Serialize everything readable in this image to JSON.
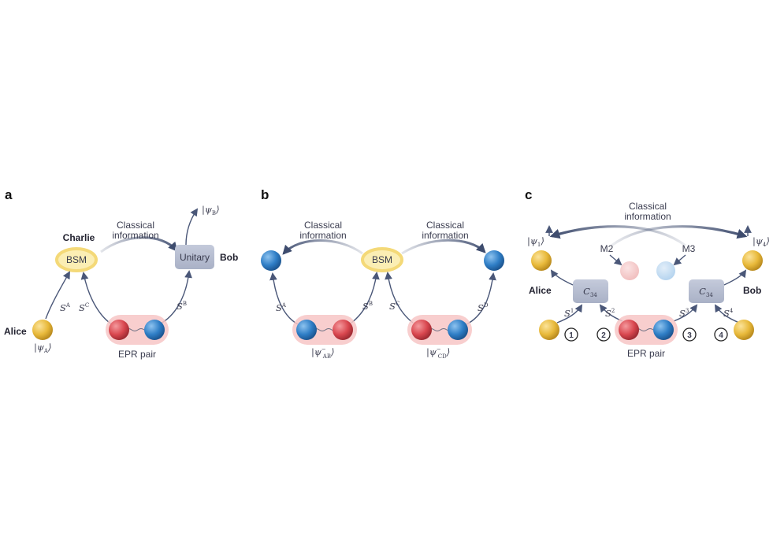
{
  "panels": {
    "a": {
      "letter": "a",
      "classical": [
        "Classical",
        "information"
      ],
      "charlie": "Charlie",
      "bsm": "BSM",
      "unitary": "Unitary",
      "bob": "Bob",
      "alice": "Alice",
      "psi_a_ket": "|ψA⟩",
      "psi_b_ket": "|ψB⟩",
      "s_a": "SA",
      "s_c": "SC",
      "s_b": "SB",
      "epr": "EPR pair"
    },
    "b": {
      "letter": "b",
      "classical_left": [
        "Classical",
        "information"
      ],
      "classical_right": [
        "Classical",
        "information"
      ],
      "bsm": "BSM",
      "s_a": "SA",
      "s_b": "SB",
      "s_c": "SC",
      "s_d": "SD",
      "ket_ab": "|ψ−AB⟩",
      "ket_cd": "|ψ−CD⟩"
    },
    "c": {
      "letter": "c",
      "classical": [
        "Classical",
        "information"
      ],
      "ket_1": "|ψ1⟩",
      "ket_4": "|ψ4⟩",
      "m2": "M2",
      "m3": "M3",
      "alice": "Alice",
      "bob": "Bob",
      "c34": "C34",
      "s1": "S1",
      "s2": "S2",
      "s3": "S3",
      "s4": "S4",
      "n1": "1",
      "n2": "2",
      "n3": "3",
      "n4": "4",
      "epr": "EPR pair"
    }
  },
  "colors": {
    "gold": "#e8b93a",
    "red": "#d9474f",
    "blue": "#2f7ec6",
    "box": "#b6bdcf",
    "bsm_fill": "#fbeeb4",
    "bsm_ring": "#f4d978",
    "pair_glow": "#f7c6c6",
    "arrow": "#4a5778"
  }
}
